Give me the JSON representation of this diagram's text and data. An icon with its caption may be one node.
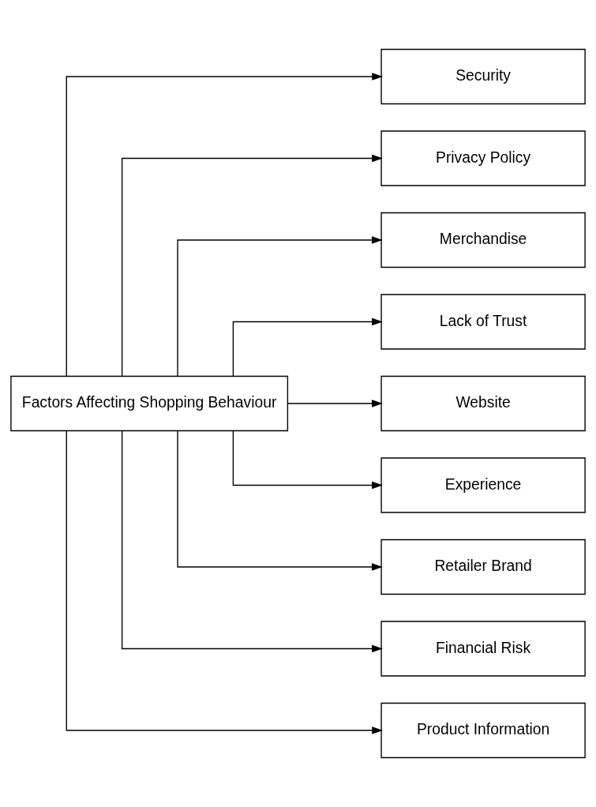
{
  "diagram": {
    "nodes": [
      {
        "text": [
          "Factors Affecting Shopping Behaviour"
        ]
      },
      {
        "text": [
          "Security"
        ]
      },
      {
        "text": [
          "Privacy Policy"
        ]
      },
      {
        "text": [
          "Merchandise"
        ]
      },
      {
        "text": [
          "Lack of Trust"
        ]
      },
      {
        "text": [
          "Website"
        ]
      },
      {
        "text": [
          "Experience"
        ]
      },
      {
        "text": [
          "Retailer Brand"
        ]
      },
      {
        "text": [
          "Financial Risk"
        ]
      },
      {
        "text": [
          "Product Information"
        ]
      }
    ],
    "edges": [
      {
        "from": 0,
        "to": 1,
        "arrow": "to"
      },
      {
        "from": 0,
        "to": 2,
        "arrow": "to"
      },
      {
        "from": 0,
        "to": 3,
        "arrow": "to"
      },
      {
        "from": 0,
        "to": 4,
        "arrow": "to"
      },
      {
        "from": 0,
        "to": 5,
        "arrow": "to"
      },
      {
        "from": 0,
        "to": 6,
        "arrow": "to"
      },
      {
        "from": 0,
        "to": 7,
        "arrow": "to"
      },
      {
        "from": 0,
        "to": 8,
        "arrow": "to"
      },
      {
        "from": 0,
        "to": 9,
        "arrow": "to"
      }
    ]
  }
}
